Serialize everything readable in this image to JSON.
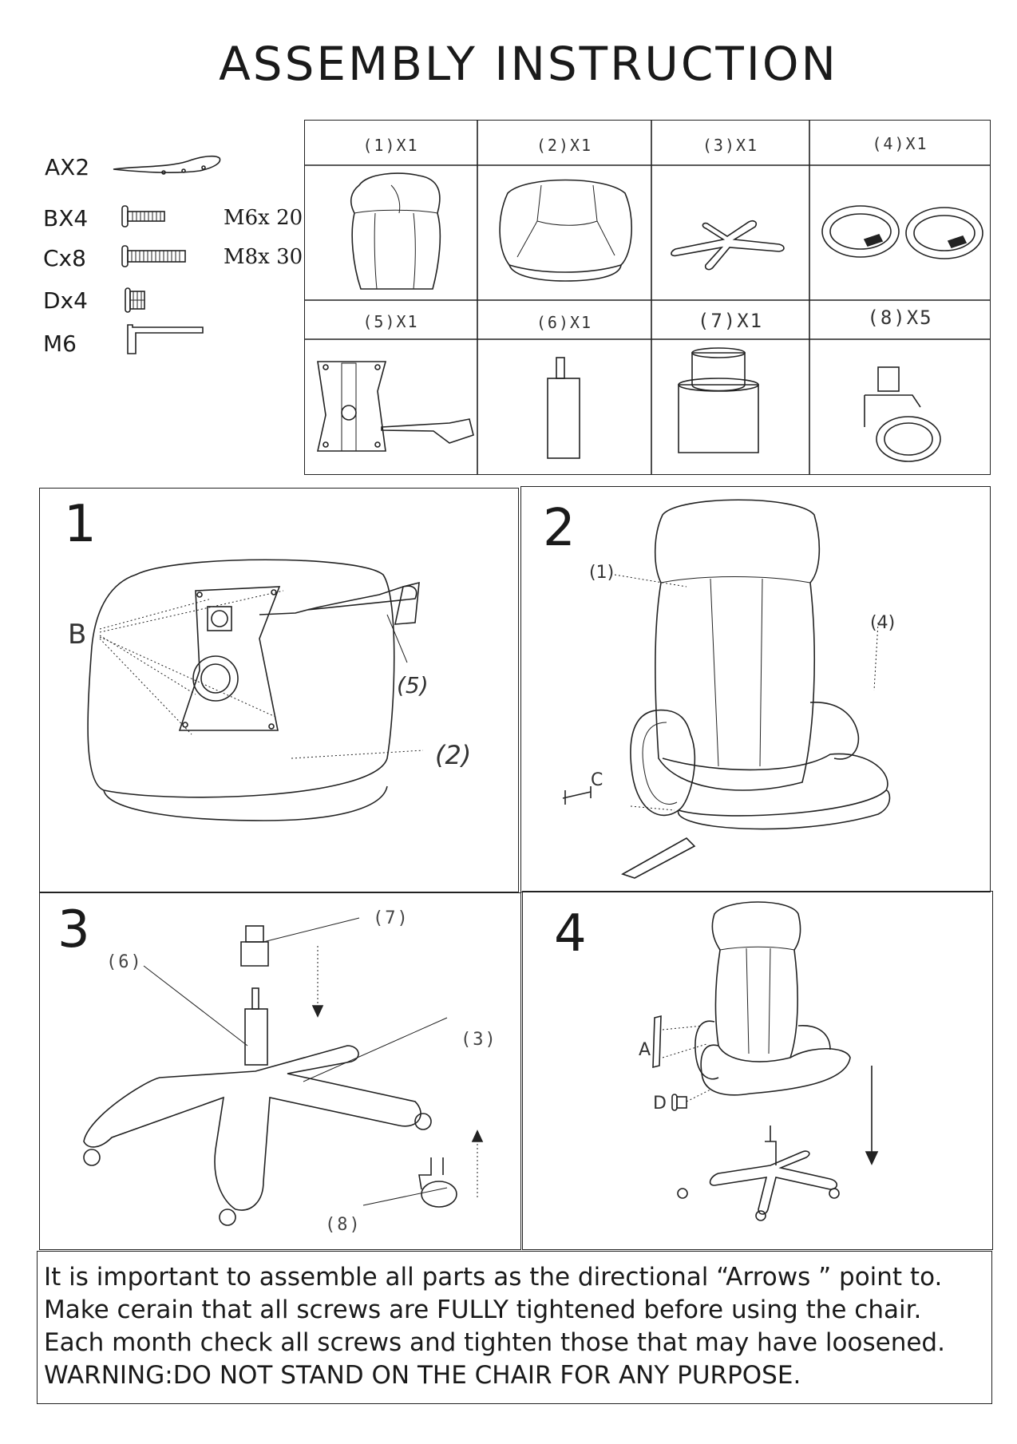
{
  "title": "ASSEMBLY INSTRUCTION",
  "hardware": [
    {
      "label": "AX2",
      "size": "",
      "icon": "armrest-cover-icon"
    },
    {
      "label": "BX4",
      "size": "M6x 20",
      "icon": "bolt-short-icon"
    },
    {
      "label": "Cx8",
      "size": "M8x 30",
      "icon": "bolt-long-icon"
    },
    {
      "label": "Dx4",
      "size": "",
      "icon": "cap-icon"
    },
    {
      "label": "M6",
      "size": "",
      "icon": "allen-key-icon"
    }
  ],
  "parts": [
    {
      "label": "(1)X1",
      "name": "backrest"
    },
    {
      "label": "(2)X1",
      "name": "seat"
    },
    {
      "label": "(3)X1",
      "name": "base"
    },
    {
      "label": "(4)X1",
      "name": "armrests"
    },
    {
      "label": "(5)X1",
      "name": "mechanism"
    },
    {
      "label": "(6)X1",
      "name": "gas-lift"
    },
    {
      "label": "(7)X1",
      "name": "cover"
    },
    {
      "label": "(8)X5",
      "name": "casters"
    }
  ],
  "steps": [
    {
      "number": "1",
      "callouts": {
        "b": "B",
        "p5": "(5)",
        "p2": "(2)"
      }
    },
    {
      "number": "2",
      "callouts": {
        "p1": "(1)",
        "p4": "(4)",
        "c": "C"
      }
    },
    {
      "number": "3",
      "callouts": {
        "p7": "(7)",
        "p6": "(6)",
        "p3": "(3)",
        "p8": "(8)"
      }
    },
    {
      "number": "4",
      "callouts": {
        "a": "A",
        "d": "D"
      }
    }
  ],
  "notes": [
    "It is important to assemble all parts as the directional “Arrows ” point to.",
    "Make cerain that all screws are FULLY  tightened before using the chair.",
    "Each month check all screws and tighten those that may have loosened.",
    "WARNING:DO NOT STAND ON THE CHAIR FOR ANY PURPOSE."
  ]
}
